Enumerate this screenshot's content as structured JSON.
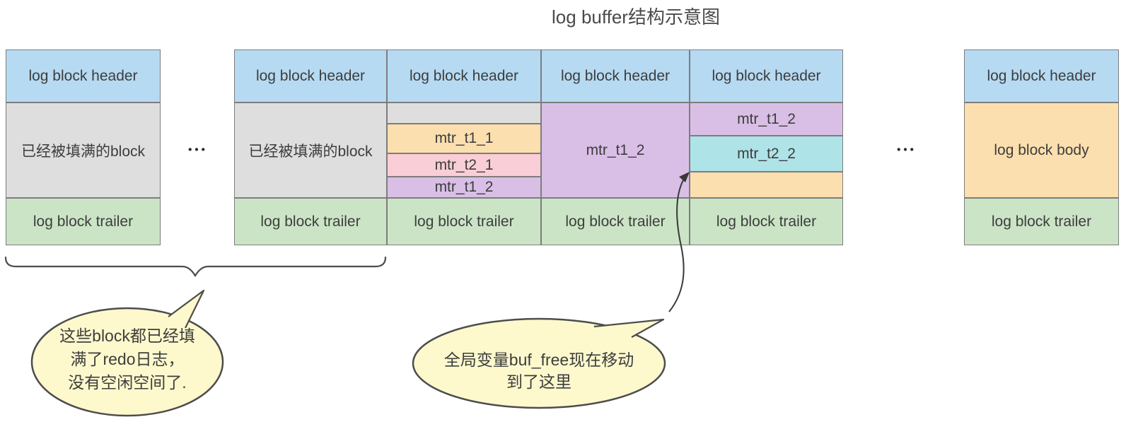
{
  "title": "log buffer结构示意图",
  "ellipsis": "•••",
  "blocks": {
    "b0": {
      "header": "log block header",
      "body": "已经被填满的block",
      "trailer": "log block trailer"
    },
    "b1": {
      "header": "log block header",
      "body": "已经被填满的block",
      "trailer": "log block trailer"
    },
    "b2": {
      "header": "log block header",
      "mtr1": "mtr_t1_1",
      "mtr2": "mtr_t2_1",
      "mtr3": "mtr_t1_2",
      "trailer": "log block trailer"
    },
    "b3": {
      "header": "log block header",
      "body": "mtr_t1_2",
      "trailer": "log block trailer"
    },
    "b4": {
      "header": "log block header",
      "mtr1": "mtr_t1_2",
      "mtr2": "mtr_t2_2",
      "trailer": "log block trailer"
    },
    "b5": {
      "header": "log block header",
      "body": "log block body",
      "trailer": "log block trailer"
    }
  },
  "callouts": {
    "left": {
      "line1": "这些block都已经填",
      "line2": "满了redo日志，",
      "line3": "没有空闲空间了."
    },
    "right": {
      "line1": "全局变量buf_free现在移动",
      "line2": "到了这里"
    }
  },
  "colors": {
    "header_blue": "#b6daf2",
    "filled_gray": "#dedede",
    "trailer_green": "#cbe4c6",
    "body_orange": "#fbdfae",
    "mtr_pink": "#f9ced6",
    "mtr_purple": "#d9bfe6",
    "mtr_cyan": "#aee3e8",
    "bubble_yellow": "#fdf9cd",
    "border_gray": "#7d7d7d",
    "stroke_dark": "#4d4d4d"
  }
}
